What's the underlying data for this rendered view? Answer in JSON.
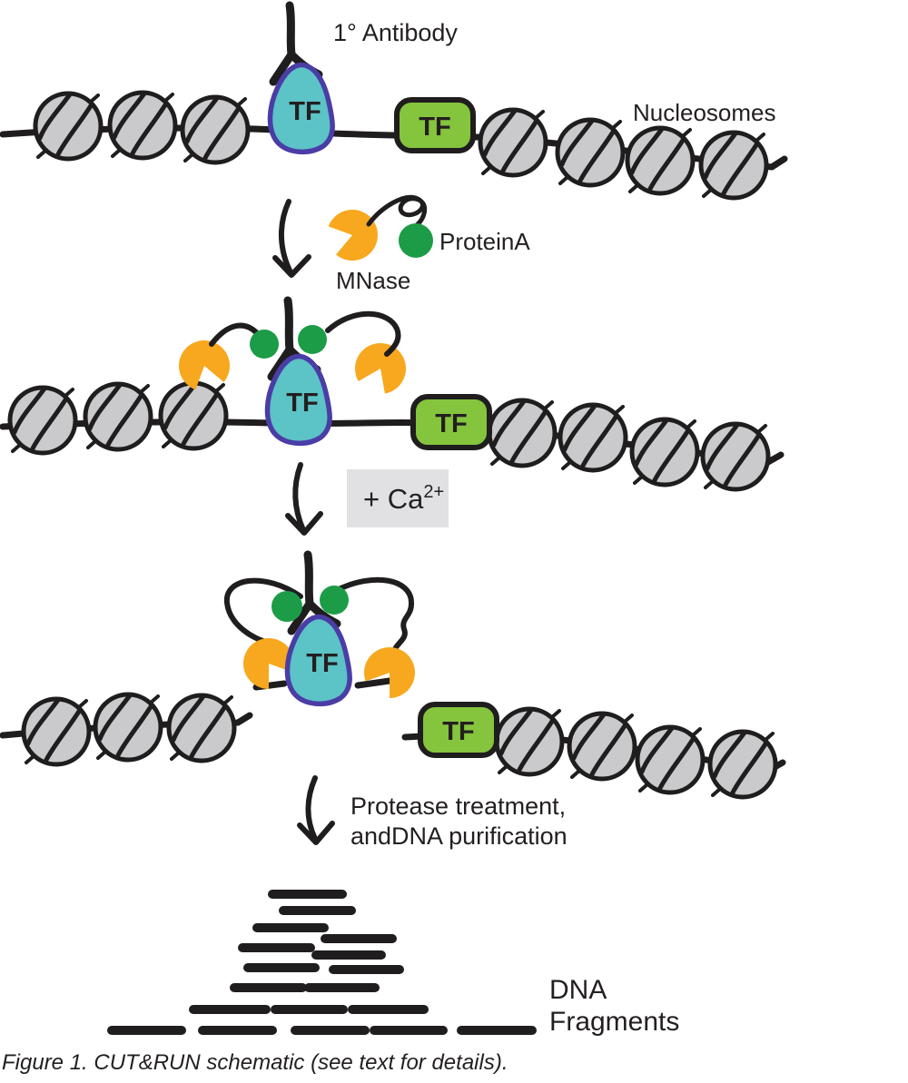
{
  "figure": {
    "caption": "Figure 1. CUT&RUN schematic (see text for details)."
  },
  "labels": {
    "antibody": "1° Antibody",
    "nucleosomes": "Nucleosomes",
    "protein_a": "ProteinA",
    "mnase": "MNase",
    "tf": "TF",
    "calcium_base": "+ Ca",
    "calcium_sup": "2+",
    "protease_line1": "Protease treatment,",
    "protease_line2": "andDNA purification",
    "fragments_line1": "DNA",
    "fragments_line2": "Fragments"
  },
  "colors": {
    "outline": "#1f1d1e",
    "text_ink": "#231f20",
    "nucleosome_fill": "#cacacc",
    "tf_bound_fill": "#5cc3c6",
    "tf_bound_border": "#4a3da6",
    "tf_free_fill": "#85c43d",
    "mnase_fill": "#f8a81e",
    "protein_a_fill": "#1d9c47",
    "ca_box_bg": "#e1e1e3"
  },
  "dna_fragments": {
    "bar_thickness": 10,
    "bars": [
      [
        300,
        985,
        77
      ],
      [
        312,
        1003,
        75
      ],
      [
        283,
        1022,
        74
      ],
      [
        358,
        1034,
        74
      ],
      [
        267,
        1044,
        75
      ],
      [
        348,
        1052,
        72
      ],
      [
        273,
        1066,
        74
      ],
      [
        367,
        1068,
        73
      ],
      [
        258,
        1088,
        75
      ],
      [
        340,
        1088,
        73
      ],
      [
        213,
        1112,
        80
      ],
      [
        303,
        1112,
        75
      ],
      [
        388,
        1112,
        79
      ],
      [
        123,
        1135,
        77
      ],
      [
        223,
        1135,
        77
      ],
      [
        325,
        1135,
        77
      ],
      [
        412,
        1135,
        76
      ],
      [
        508,
        1135,
        78
      ]
    ]
  }
}
